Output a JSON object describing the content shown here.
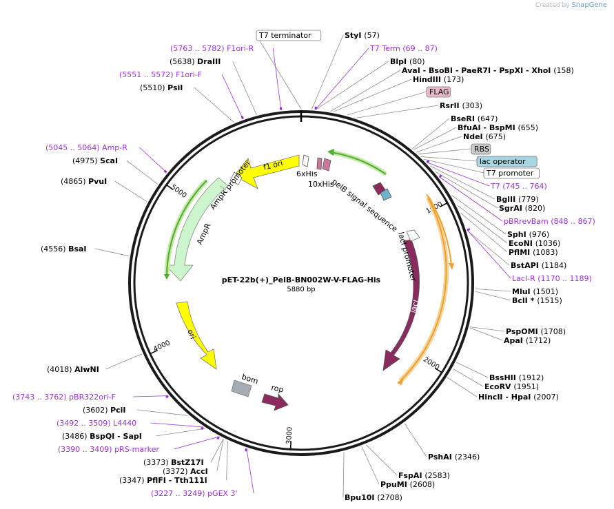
{
  "credit": {
    "prefix": "Created by",
    "brand": "SnapGene"
  },
  "plasmid": {
    "name": "pET-22b(+)_PelB-BN002W-V-FLAG-His",
    "size_label": "5880 bp",
    "length": 5880
  },
  "ticks": [
    {
      "label": "1000",
      "pos": 1000
    },
    {
      "label": "2000",
      "pos": 2000
    },
    {
      "label": "3000",
      "pos": 3000
    },
    {
      "label": "4000",
      "pos": 4000
    },
    {
      "label": "5000",
      "pos": 5000
    }
  ],
  "enzymes": [
    {
      "text": "T7 terminator",
      "boxed": true,
      "box_color": "#ffffff"
    },
    {
      "text": "StyI",
      "pos": "(57)"
    },
    {
      "text": "T7 Term",
      "pos": "(69 .. 87)",
      "primer": true
    },
    {
      "text": "BlpI",
      "pos": "(80)"
    },
    {
      "text": "AvaI  - BsoBI  - PaeR7I  - PspXI  - XhoI",
      "pos": "(158)"
    },
    {
      "text": "HindIII",
      "pos": "(173)"
    },
    {
      "text": "FLAG",
      "boxed": true,
      "box_color": "#e8b9c8"
    },
    {
      "text": "RsrII",
      "pos": "(303)"
    },
    {
      "text": "BseRI",
      "pos": "(647)"
    },
    {
      "text": "BfuAI  - BspMI",
      "pos": "(655)"
    },
    {
      "text": "NdeI",
      "pos": "(675)"
    },
    {
      "text": "RBS",
      "boxed": true,
      "box_color": "#c9c9c9"
    },
    {
      "text": "lac operator",
      "boxed": true,
      "box_color": "#a8d5e2"
    },
    {
      "text": "T7 promoter",
      "boxed": true,
      "box_color": "#ffffff"
    },
    {
      "text": "T7",
      "pos": "(745 .. 764)",
      "primer": true
    },
    {
      "text": "BglII",
      "pos": "(779)"
    },
    {
      "text": "SgrAI",
      "pos": "(820)"
    },
    {
      "text": "pBRrevBam",
      "pos": "(848 .. 867)",
      "primer": true
    },
    {
      "text": "SphI",
      "pos": "(976)"
    },
    {
      "text": "EcoNI",
      "pos": "(1036)"
    },
    {
      "text": "PflMI",
      "pos": "(1083)"
    },
    {
      "text": "BstAPI",
      "pos": "(1184)"
    },
    {
      "text": "LacI-R",
      "pos": "(1170 .. 1189)",
      "primer": true
    },
    {
      "text": "MluI",
      "pos": "(1501)"
    },
    {
      "text": "BclI *",
      "pos": "(1515)"
    },
    {
      "text": "PspOMI",
      "pos": "(1708)"
    },
    {
      "text": "ApaI",
      "pos": "(1712)"
    },
    {
      "text": "BssHII",
      "pos": "(1912)"
    },
    {
      "text": "EcoRV",
      "pos": "(1951)"
    },
    {
      "text": "HincII  - HpaI",
      "pos": "(2007)"
    },
    {
      "text": "PshAI",
      "pos": "(2346)"
    },
    {
      "text": "FspAI",
      "pos": "(2583)"
    },
    {
      "text": "PpuMI",
      "pos": "(2608)"
    },
    {
      "text": "Bpu10I",
      "pos": "(2708)"
    },
    {
      "text": "pGEX 3'",
      "pos": "(3227 .. 3249)",
      "primer": true
    },
    {
      "text": "PflFI  - Tth111I",
      "pos": "(3347)"
    },
    {
      "text": "AccI",
      "pos": "(3372)"
    },
    {
      "text": "BstZ17I",
      "pos": "(3373)"
    },
    {
      "text": "pRS-marker",
      "pos": "(3390 .. 3409)",
      "primer": true
    },
    {
      "text": "BspQI  - SapI",
      "pos": "(3486)"
    },
    {
      "text": "L4440",
      "pos": "(3492 .. 3509)",
      "primer": true
    },
    {
      "text": "PciI",
      "pos": "(3602)"
    },
    {
      "text": "pBR322ori-F",
      "pos": "(3743 .. 3762)",
      "primer": true
    },
    {
      "text": "AlwNI",
      "pos": "(4018)"
    },
    {
      "text": "BsaI",
      "pos": "(4556)"
    },
    {
      "text": "PvuI",
      "pos": "(4865)"
    },
    {
      "text": "ScaI",
      "pos": "(4975)"
    },
    {
      "text": "Amp-R",
      "pos": "(5045 .. 5064)",
      "primer": true
    },
    {
      "text": "PsiI",
      "pos": "(5510)"
    },
    {
      "text": "F1ori-F",
      "pos": "(5551 .. 5572)",
      "primer": true
    },
    {
      "text": "DraIII",
      "pos": "(5638)"
    },
    {
      "text": "F1ori-R",
      "pos": "(5763 .. 5782)",
      "primer": true
    }
  ],
  "features": {
    "f1_ori": "f1 ori",
    "ampr_promoter": "AmpR promoter",
    "ampr": "AmpR",
    "ori": "ori",
    "bom": "bom",
    "rop": "rop",
    "laci": "lacI",
    "laci_promoter": "lacI promoter",
    "pelb": "pelB signal sequence",
    "his6": "6xHis",
    "his10": "10xHis"
  },
  "colors": {
    "backbone": "#1a1a1a",
    "primer": "#9b30d8",
    "yellow": "#ffff00",
    "ampr": "#ccf5cc",
    "laci": "#8b2a5e",
    "grey": "#a6acb4",
    "orange": "#f0a030",
    "green": "#4cae2f",
    "pink": "#c8789a",
    "rbs": "#b8b8b8",
    "lacop": "#6fb2cc"
  }
}
